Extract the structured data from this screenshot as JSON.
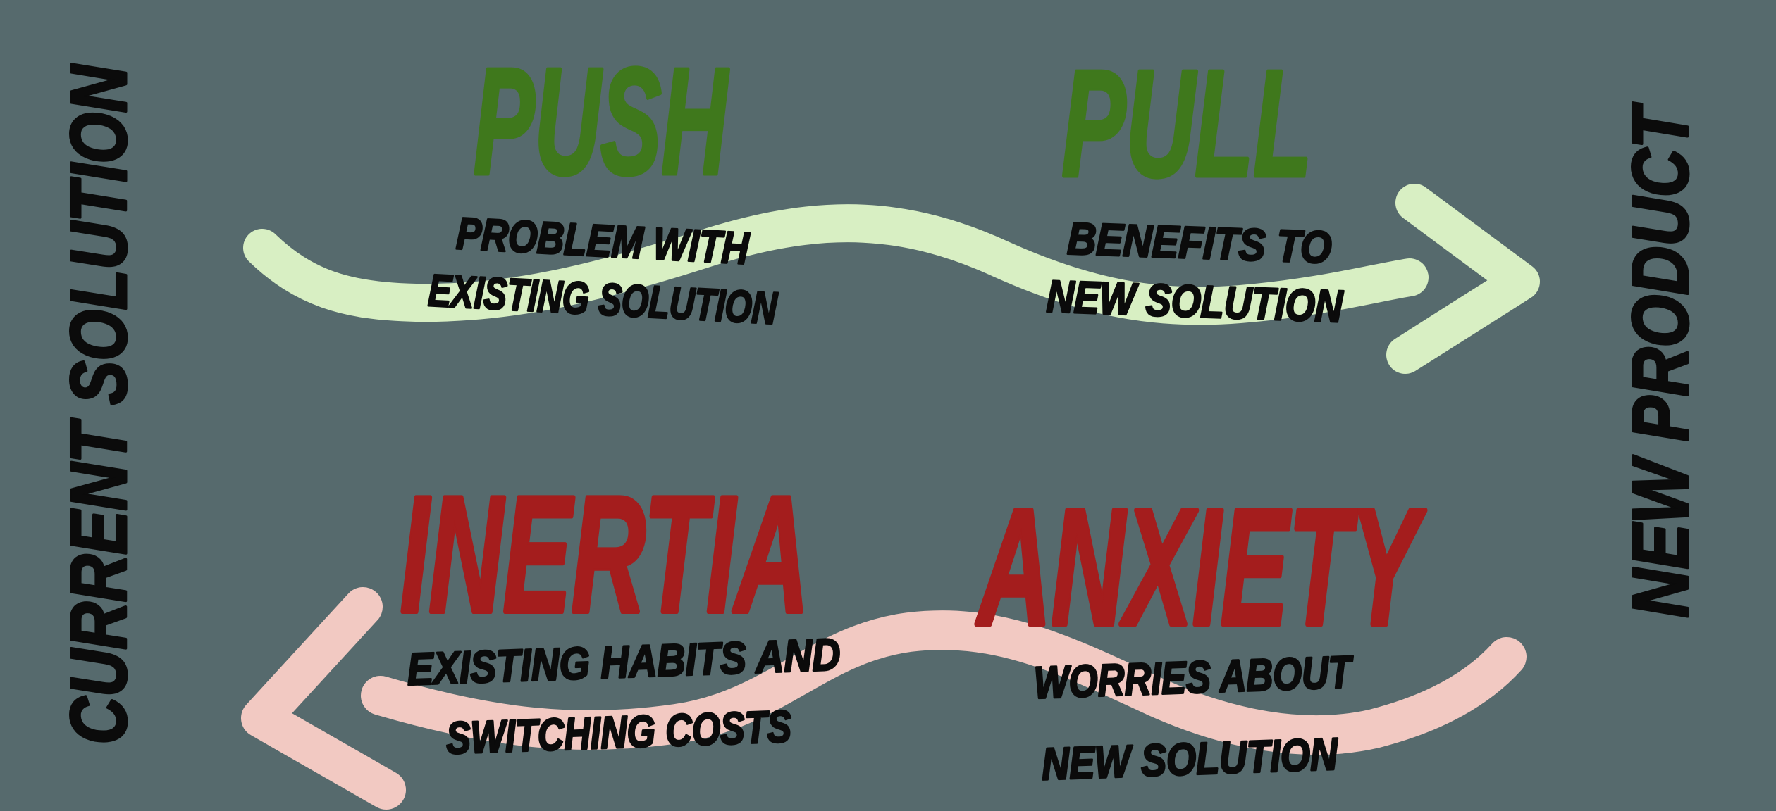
{
  "canvas": {
    "background": "#566a6d"
  },
  "palette": {
    "positive_text": "#3f781c",
    "negative_text": "#a41d1d",
    "label_text": "#0b0b0b",
    "push_pull_arrow": "#d8efc3",
    "inertia_anxiety_arrow": "#f2c9c2"
  },
  "side_labels": {
    "left": "CURRENT SOLUTION",
    "right": "NEW PRODUCT"
  },
  "forces": {
    "push": {
      "title": "PUSH",
      "desc1": "PROBLEM WITH",
      "desc2": "EXISTING SOLUTION"
    },
    "pull": {
      "title": "PULL",
      "desc1": "BENEFITS TO",
      "desc2": "NEW SOLUTION"
    },
    "inertia": {
      "title": "INERTIA",
      "desc1": "EXISTING HABITS AND",
      "desc2": "SWITCHING COSTS"
    },
    "anxiety": {
      "title": "ANXIETY",
      "desc1": "WORRIES ABOUT",
      "desc2": "NEW SOLUTION"
    }
  },
  "arrows": {
    "push_pull": {
      "direction": "right",
      "color": "#d8efc3"
    },
    "inertia_anxiety": {
      "direction": "left",
      "color": "#f2c9c2"
    }
  }
}
